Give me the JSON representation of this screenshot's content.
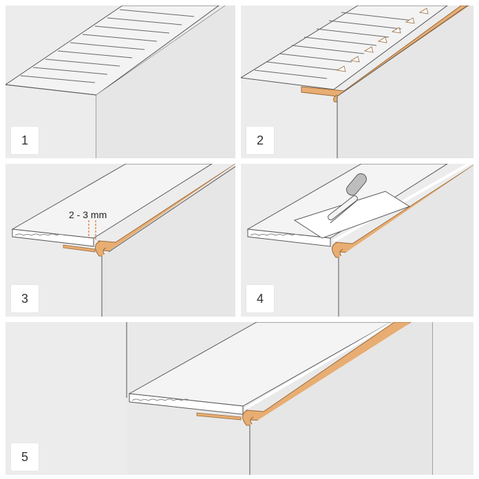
{
  "steps": [
    {
      "number": "1"
    },
    {
      "number": "2"
    },
    {
      "number": "3",
      "measurement": "2 - 3 mm"
    },
    {
      "number": "4"
    },
    {
      "number": "5"
    }
  ],
  "colors": {
    "background": "#ececec",
    "profile": "#e8ad72",
    "profile_edge": "#9a6a3a",
    "line": "#555555",
    "adhesive": "#ffffff",
    "tile": "#f4f4f4"
  },
  "icons": [
    "trowel-icon",
    "adhesive-notch-icon"
  ]
}
